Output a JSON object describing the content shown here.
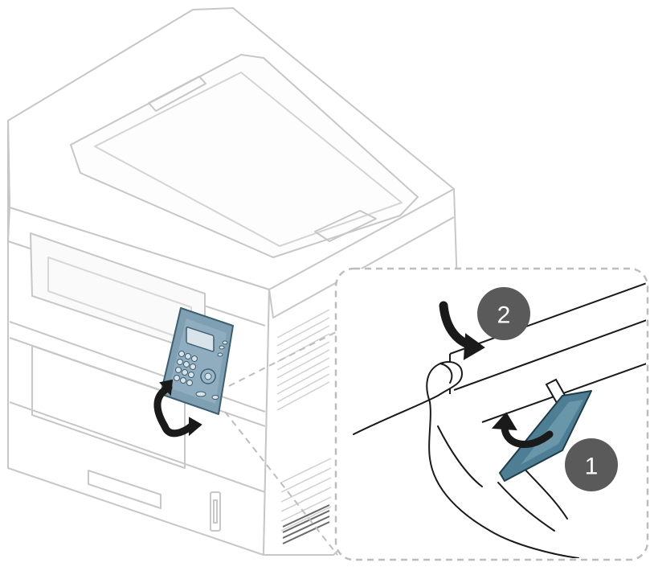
{
  "steps": [
    {
      "number": "1",
      "action": "lift-lever",
      "badge_color": "#5a5a5a"
    },
    {
      "number": "2",
      "action": "press-down",
      "badge_color": "#5a5a5a"
    }
  ],
  "colors": {
    "outline": "#c7c7c7",
    "panel_blue": "#7f9fb2",
    "lever_blue": "#4d7e94",
    "arrow": "#1a1a1a",
    "detail_border": "#bdbdbd"
  }
}
